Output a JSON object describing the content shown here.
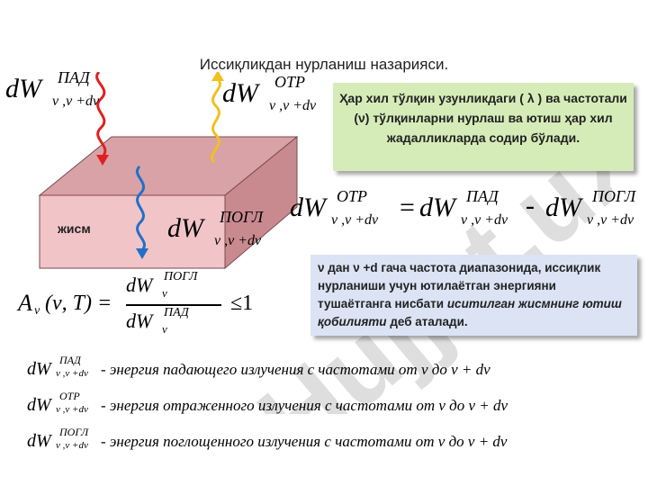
{
  "slide": {
    "title": "Иссиқликдан нурланиш назарияси.",
    "body_label": "жисм",
    "green_box_text": "Ҳар хил тўлқин узунликдаги  ( λ ) ва частотали  (ν)  тўлқинларни нурлаш ва ютиш  ҳар хил жадалликларда содир бўлади.",
    "blue_box": {
      "line1": "ν  дан  ν +d  гача частота диапазонида, иссиқлик нурланиши учун ютилаётган энергияни тушаётганга нисбати",
      "italic": "иситилган жисмнинг ютиш қобилияти",
      "end": "деб аталади."
    },
    "formulas": {
      "dW": "dW",
      "sup_pad": "ПАД",
      "sup_otr": "ОТР",
      "sup_pogl": "ПОГЛ",
      "sub_range": "ν ,ν +dν",
      "sub_nu": "ν",
      "eq": "=",
      "minus": "-",
      "A": "A",
      "A_args": "(ν, T) =",
      "le1": "≤1"
    },
    "definitions": [
      {
        "sup": "ПАД",
        "text": "- энергия падающего излучения с частотами  от ν до ν + dν"
      },
      {
        "sup": "ОТР",
        "text": "- энергия отраженного излучения с частотами  от ν до ν + dν"
      },
      {
        "sup": "ПОГЛ",
        "text": "- энергия поглощенного излучения с частотами  от ν до ν + dν"
      }
    ],
    "watermark": "Hujjat.uz"
  },
  "colors": {
    "arrow_red": "#e02020",
    "arrow_yellow": "#f0c020",
    "arrow_blue": "#2070c8",
    "box_front": "#f1c4c8",
    "box_side": "#c98a8f",
    "box_top": "#d8a2a6",
    "green_box": "#d6ecb8",
    "blue_box": "#dbe3f4"
  }
}
